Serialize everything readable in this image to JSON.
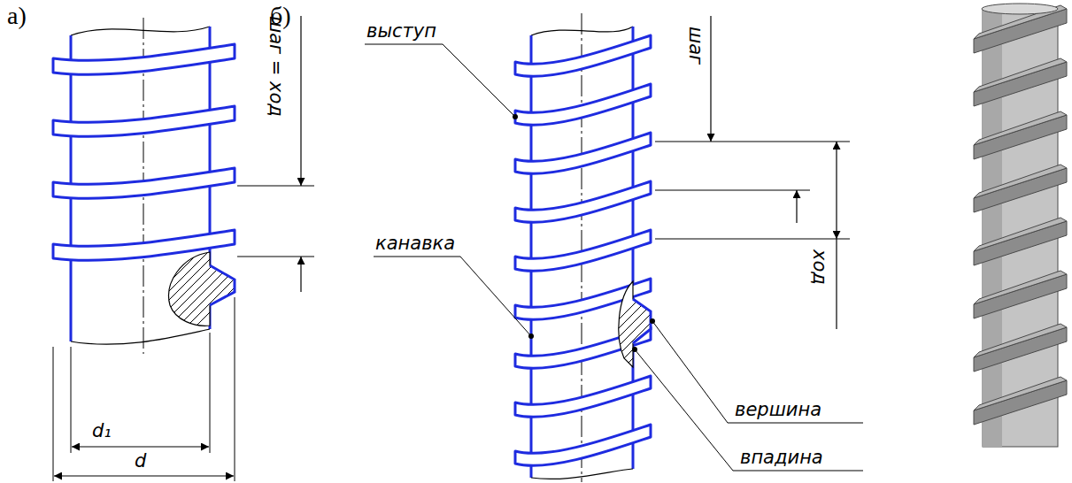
{
  "diagram": {
    "labels": [
      "а)",
      "б)",
      "шаг = ход",
      "d₁",
      "d",
      "выступ",
      "шаг",
      "канавка",
      "ход",
      "вершина",
      "впадина"
    ]
  }
}
